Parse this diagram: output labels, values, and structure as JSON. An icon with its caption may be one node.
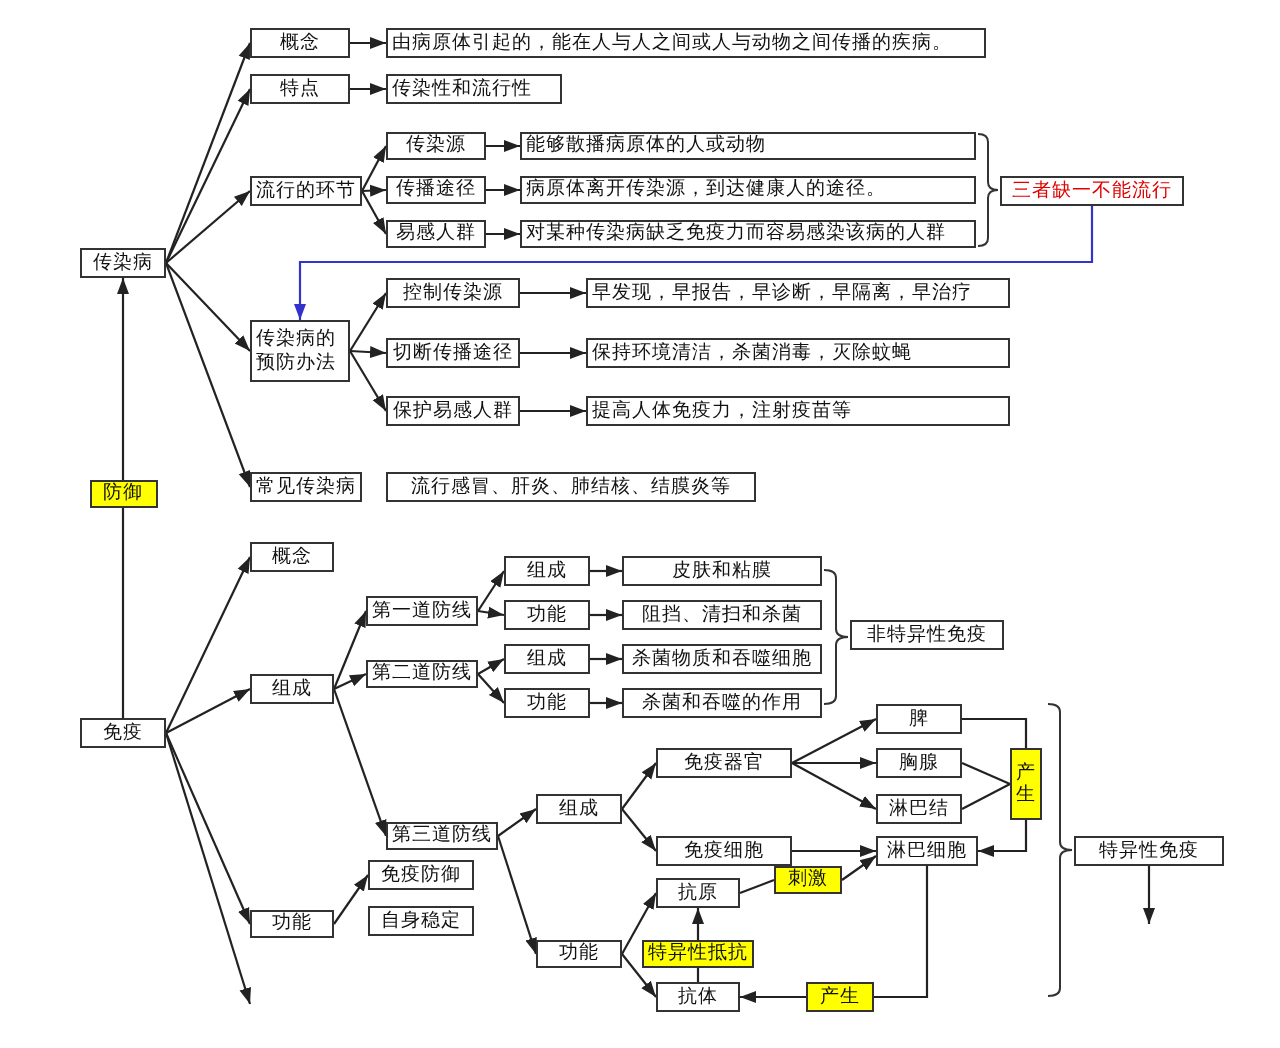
{
  "diagram": {
    "nodes": [
      {
        "text": [
          "传染病"
        ]
      },
      {
        "text": [
          "概念"
        ]
      },
      {
        "text": [
          "由病原体引起的，能在人与人之间或人与动物之间传播的疾病。"
        ]
      },
      {
        "text": [
          "特点"
        ]
      },
      {
        "text": [
          "传染性和流行性"
        ]
      },
      {
        "text": [
          "流行的环节"
        ]
      },
      {
        "text": [
          "传染源"
        ]
      },
      {
        "text": [
          "能够散播病原体的人或动物"
        ]
      },
      {
        "text": [
          "传播途径"
        ]
      },
      {
        "text": [
          "病原体离开传染源，到达健康人的途径。"
        ]
      },
      {
        "text": [
          "易感人群"
        ]
      },
      {
        "text": [
          "对某种传染病缺乏免疫力而容易感染该病的人群"
        ]
      },
      {
        "text": [
          "三者缺一不能流行"
        ]
      },
      {
        "text": [
          "传染病的预防办法"
        ]
      },
      {
        "text": [
          "控制传染源"
        ]
      },
      {
        "text": [
          "早发现，早报告，早诊断，早隔离，早治疗"
        ]
      },
      {
        "text": [
          "切断传播途径"
        ]
      },
      {
        "text": [
          "保持环境清洁，杀菌消毒，灭除蚊蝇"
        ]
      },
      {
        "text": [
          "保护易感人群"
        ]
      },
      {
        "text": [
          "提高人体免疫力，注射疫苗等"
        ]
      },
      {
        "text": [
          "常见传染病"
        ]
      },
      {
        "text": [
          "流行感冒、肝炎、肺结核、结膜炎等"
        ]
      },
      {
        "text": [
          "防御"
        ]
      },
      {
        "text": [
          "免疫"
        ]
      },
      {
        "text": [
          "概念"
        ]
      },
      {
        "text": [
          "组成"
        ]
      },
      {
        "text": [
          "第一道防线"
        ]
      },
      {
        "text": [
          "第二道防线"
        ]
      },
      {
        "text": [
          "第三道防线"
        ]
      },
      {
        "text": [
          "功能"
        ]
      },
      {
        "text": [
          "免疫防御"
        ]
      },
      {
        "text": [
          "自身稳定"
        ]
      },
      {
        "text": [
          "组成"
        ]
      },
      {
        "text": [
          "功能"
        ]
      },
      {
        "text": [
          "组成"
        ]
      },
      {
        "text": [
          "功能"
        ]
      },
      {
        "text": [
          "皮肤和粘膜"
        ]
      },
      {
        "text": [
          "阻挡、清扫和杀菌"
        ]
      },
      {
        "text": [
          "杀菌物质和吞噬细胞"
        ]
      },
      {
        "text": [
          "杀菌和吞噬的作用"
        ]
      },
      {
        "text": [
          "非特异性免疫"
        ]
      },
      {
        "text": [
          "组成"
        ]
      },
      {
        "text": [
          "功能"
        ]
      },
      {
        "text": [
          "免疫器官"
        ]
      },
      {
        "text": [
          "免疫细胞"
        ]
      },
      {
        "text": [
          "脾"
        ]
      },
      {
        "text": [
          "胸腺"
        ]
      },
      {
        "text": [
          "淋巴结"
        ]
      },
      {
        "text": [
          "淋巴细胞"
        ]
      },
      {
        "text": [
          "产生"
        ]
      },
      {
        "text": [
          "特异性免疫"
        ]
      },
      {
        "text": [
          "抗原"
        ]
      },
      {
        "text": [
          "刺激"
        ]
      },
      {
        "text": [
          "特异性抵抗"
        ]
      },
      {
        "text": [
          "抗体"
        ]
      },
      {
        "text": [
          "产生"
        ]
      }
    ],
    "edges": [
      {
        "from": 0,
        "to": 1,
        "arrow": "to"
      },
      {
        "from": 0,
        "to": 3,
        "arrow": "to"
      },
      {
        "from": 0,
        "to": 5,
        "arrow": "to"
      },
      {
        "from": 0,
        "to": 13,
        "arrow": "to"
      },
      {
        "from": 0,
        "to": 20,
        "arrow": "to"
      },
      {
        "from": 1,
        "to": 2,
        "arrow": "to"
      },
      {
        "from": 3,
        "to": 4,
        "arrow": "to"
      },
      {
        "from": 5,
        "to": 6,
        "arrow": "to"
      },
      {
        "from": 5,
        "to": 8,
        "arrow": "to"
      },
      {
        "from": 5,
        "to": 10,
        "arrow": "to"
      },
      {
        "from": 6,
        "to": 7,
        "arrow": "to"
      },
      {
        "from": 8,
        "to": 9,
        "arrow": "to"
      },
      {
        "from": 10,
        "to": 11,
        "arrow": "to"
      },
      {
        "from": 12,
        "to": 13,
        "arrow": "to",
        "color": "#3333cc"
      },
      {
        "from": 13,
        "to": 14,
        "arrow": "to"
      },
      {
        "from": 13,
        "to": 16,
        "arrow": "to"
      },
      {
        "from": 13,
        "to": 18,
        "arrow": "to"
      },
      {
        "from": 14,
        "to": 15,
        "arrow": "to"
      },
      {
        "from": 16,
        "to": 17,
        "arrow": "to"
      },
      {
        "from": 18,
        "to": 19,
        "arrow": "to"
      },
      {
        "from": 23,
        "to": 22,
        "arrow": "none"
      },
      {
        "from": 22,
        "to": 0,
        "arrow": "to"
      },
      {
        "from": 23,
        "to": 24,
        "arrow": "to"
      },
      {
        "from": 23,
        "to": 25,
        "arrow": "to"
      },
      {
        "from": 23,
        "to": 29,
        "arrow": "to"
      },
      {
        "from": 23,
        "to": null,
        "arrow": "to"
      },
      {
        "from": 25,
        "to": 26,
        "arrow": "to"
      },
      {
        "from": 25,
        "to": 27,
        "arrow": "to"
      },
      {
        "from": 25,
        "to": 28,
        "arrow": "to"
      },
      {
        "from": 29,
        "to": 30,
        "arrow": "to"
      },
      {
        "from": 26,
        "to": 32,
        "arrow": "to"
      },
      {
        "from": 26,
        "to": 33,
        "arrow": "to"
      },
      {
        "from": 27,
        "to": 34,
        "arrow": "to"
      },
      {
        "from": 27,
        "to": 35,
        "arrow": "to"
      },
      {
        "from": 32,
        "to": 36,
        "arrow": "to"
      },
      {
        "from": 33,
        "to": 37,
        "arrow": "to"
      },
      {
        "from": 34,
        "to": 38,
        "arrow": "to"
      },
      {
        "from": 35,
        "to": 39,
        "arrow": "to"
      },
      {
        "from": 28,
        "to": 41,
        "arrow": "to"
      },
      {
        "from": 28,
        "to": 42,
        "arrow": "to"
      },
      {
        "from": 41,
        "to": 43,
        "arrow": "to"
      },
      {
        "from": 41,
        "to": 44,
        "arrow": "to"
      },
      {
        "from": 43,
        "to": 45,
        "arrow": "to"
      },
      {
        "from": 43,
        "to": 46,
        "arrow": "to"
      },
      {
        "from": 43,
        "to": 47,
        "arrow": "to"
      },
      {
        "from": 44,
        "to": 48,
        "arrow": "to"
      },
      {
        "from": 45,
        "to": 49,
        "arrow": "none"
      },
      {
        "from": 46,
        "to": 49,
        "arrow": "none"
      },
      {
        "from": 47,
        "to": 49,
        "arrow": "none"
      },
      {
        "from": 49,
        "to": 48,
        "arrow": "to"
      },
      {
        "from": 42,
        "to": 51,
        "arrow": "to"
      },
      {
        "from": 42,
        "to": 54,
        "arrow": "to"
      },
      {
        "from": 54,
        "to": 53,
        "arrow": "none"
      },
      {
        "from": 53,
        "to": 51,
        "arrow": "to"
      },
      {
        "from": 51,
        "to": 52,
        "arrow": "none"
      },
      {
        "from": 52,
        "to": 48,
        "arrow": "to"
      },
      {
        "from": 48,
        "to": 55,
        "arrow": "none"
      },
      {
        "from": 55,
        "to": 54,
        "arrow": "to"
      },
      {
        "from": 50,
        "to": null,
        "arrow": "to"
      }
    ]
  }
}
